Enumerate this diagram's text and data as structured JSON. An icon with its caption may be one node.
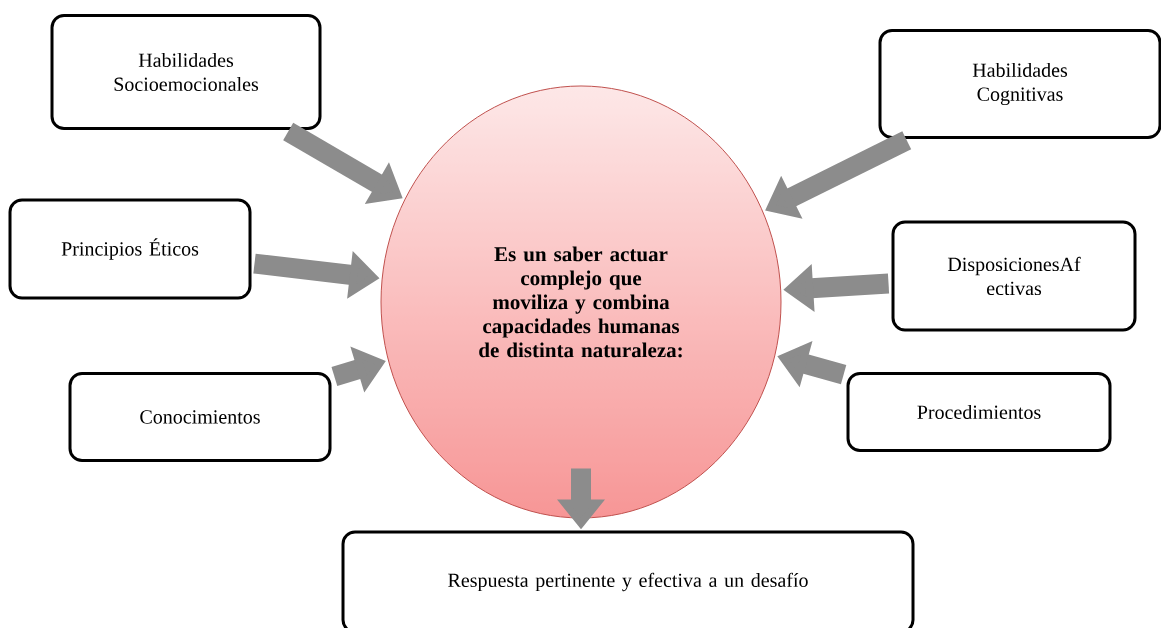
{
  "diagram": {
    "nodes": [
      {
        "text": [
          "Es un saber actuar complejo que moviliza y combina capacidades humanas de distinta naturaleza:"
        ]
      },
      {
        "text": [
          "Habilidades Socioemocionales"
        ]
      },
      {
        "text": [
          "Habilidades Cognitivas"
        ]
      },
      {
        "text": [
          "Principios Éticos"
        ]
      },
      {
        "text": [
          "DisposicionesAf ectivas"
        ]
      },
      {
        "text": [
          "Conocimientos"
        ]
      },
      {
        "text": [
          "Procedimientos"
        ]
      },
      {
        "text": [
          "Respuesta pertinente y efectiva a un desafío"
        ]
      }
    ],
    "edges": [
      {
        "from": 1,
        "to": 0,
        "arrow": "to"
      },
      {
        "from": 2,
        "to": 0,
        "arrow": "to"
      },
      {
        "from": 3,
        "to": 0,
        "arrow": "to"
      },
      {
        "from": 4,
        "to": 0,
        "arrow": "to"
      },
      {
        "from": 5,
        "to": 0,
        "arrow": "to"
      },
      {
        "from": 6,
        "to": 0,
        "arrow": "to"
      },
      {
        "from": 0,
        "to": 7,
        "arrow": "to"
      }
    ]
  }
}
